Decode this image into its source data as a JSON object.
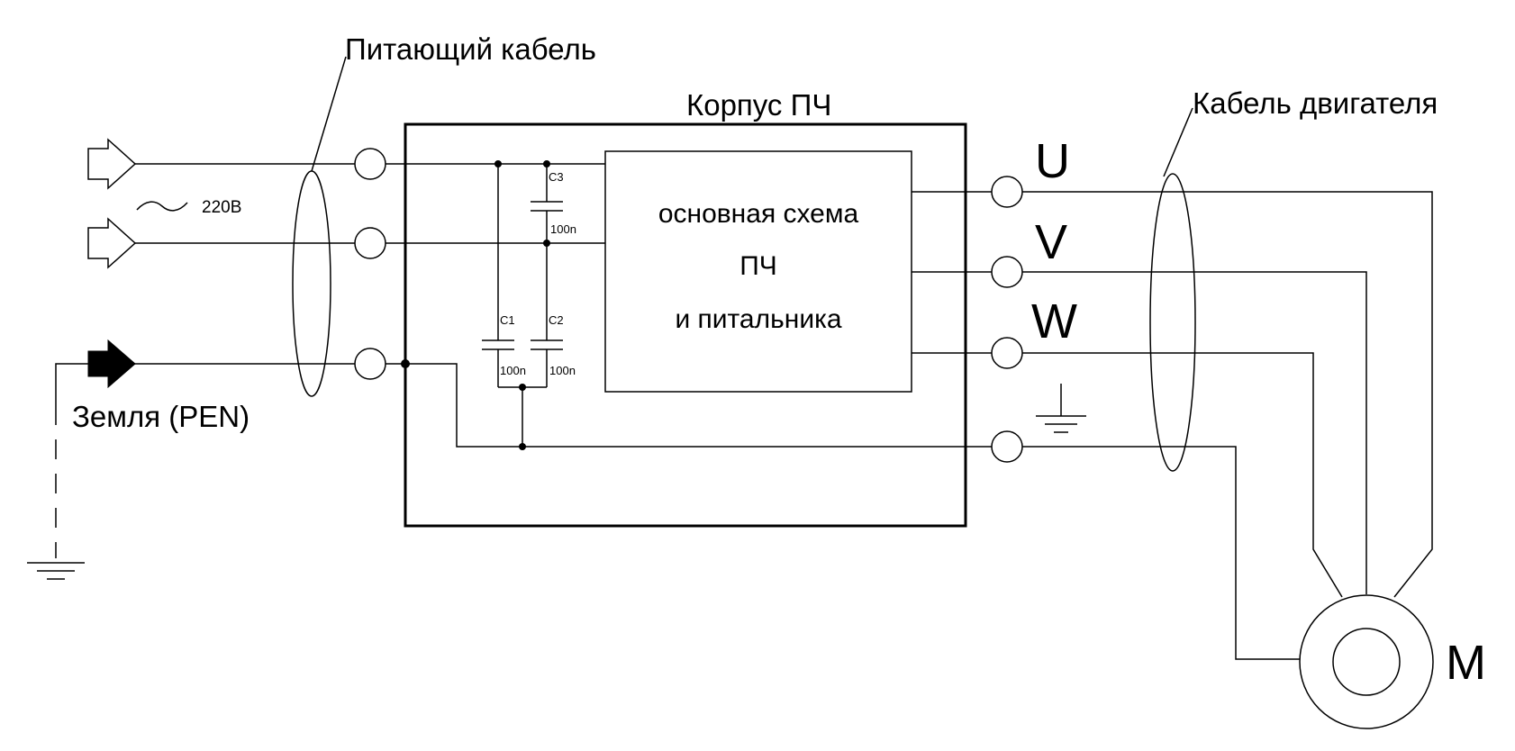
{
  "labels": {
    "supply_cable": "Питающий кабель",
    "housing": "Корпус ПЧ",
    "motor_cable": "Кабель двигателя",
    "voltage": "220В",
    "ground": "Земля (PEN)",
    "main_circuit_line1": "основная схема",
    "main_circuit_line2": "ПЧ",
    "main_circuit_line3": "и питальника",
    "phase_u": "U",
    "phase_v": "V",
    "phase_w": "W",
    "motor": "M"
  },
  "capacitors": [
    {
      "name": "C1",
      "value": "100n"
    },
    {
      "name": "C2",
      "value": "100n"
    },
    {
      "name": "C3",
      "value": "100n"
    }
  ]
}
